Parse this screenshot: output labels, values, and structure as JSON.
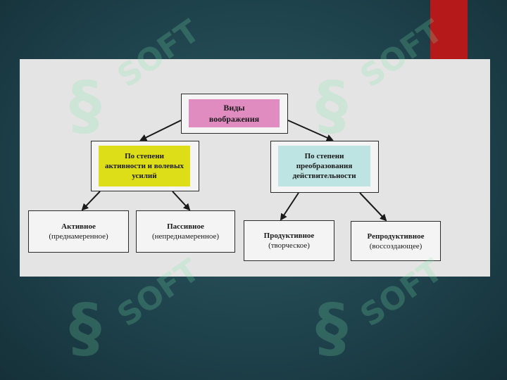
{
  "diagram": {
    "root": {
      "line1": "Виды",
      "line2": "воображения",
      "color": "#e18cc0"
    },
    "group_left": {
      "line1": "По степени",
      "line2": "активности и волевых",
      "line3": "усилий",
      "color": "#dede18"
    },
    "group_right": {
      "line1": "По степени",
      "line2": "преобразования",
      "line3": "действительности",
      "color": "#bde3e3"
    },
    "leaves": [
      {
        "title": "Активное",
        "subtitle": "(преднамеренное)"
      },
      {
        "title": "Пассивное",
        "subtitle": "(непреднамеренное)"
      },
      {
        "title": "Продуктивное",
        "subtitle": "(творческое)"
      },
      {
        "title": "Репродуктивное",
        "subtitle": "(воссоздающее)"
      }
    ]
  },
  "watermark": {
    "mark": "§",
    "text": "SOFT"
  },
  "colors": {
    "background": "#1f434d",
    "accent_bar": "#b5191a",
    "panel": "#e4e4e4",
    "watermark": "#78e6aa"
  }
}
